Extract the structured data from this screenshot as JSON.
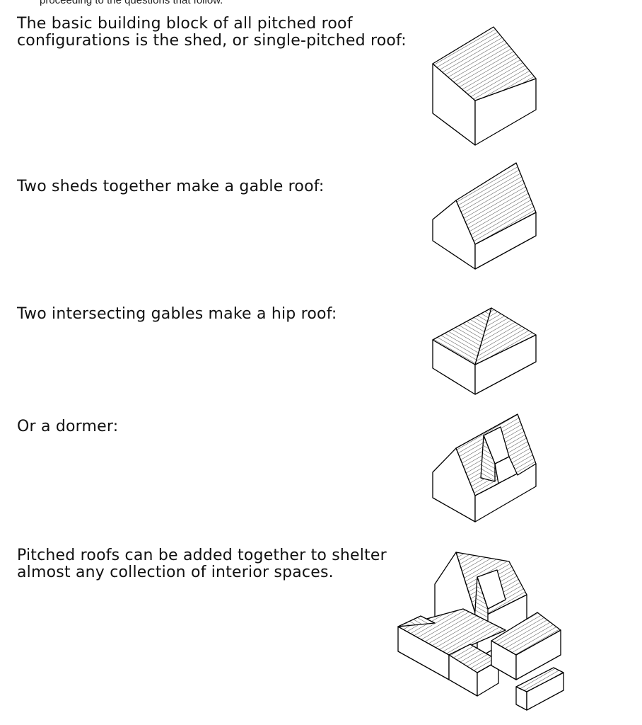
{
  "cut_off_header": "proceeding to the questions that follow.",
  "captions": [
    {
      "lines": [
        "The basic building block of all pitched roof",
        "configurations is the shed, or single-pitched roof:"
      ]
    },
    {
      "lines": [
        "Two sheds together make a gable roof:"
      ]
    },
    {
      "lines": [
        "Two intersecting gables make a hip roof:"
      ]
    },
    {
      "lines": [
        "Or a dormer:"
      ]
    },
    {
      "lines": [
        "Pitched roofs can be added together to shelter",
        "almost any collection of interior spaces."
      ]
    }
  ],
  "figures": [
    {
      "icon": "shed-roof-icon"
    },
    {
      "icon": "gable-roof-icon"
    },
    {
      "icon": "hip-roof-icon"
    },
    {
      "icon": "dormer-roof-icon"
    },
    {
      "icon": "combined-roofs-icon"
    }
  ]
}
